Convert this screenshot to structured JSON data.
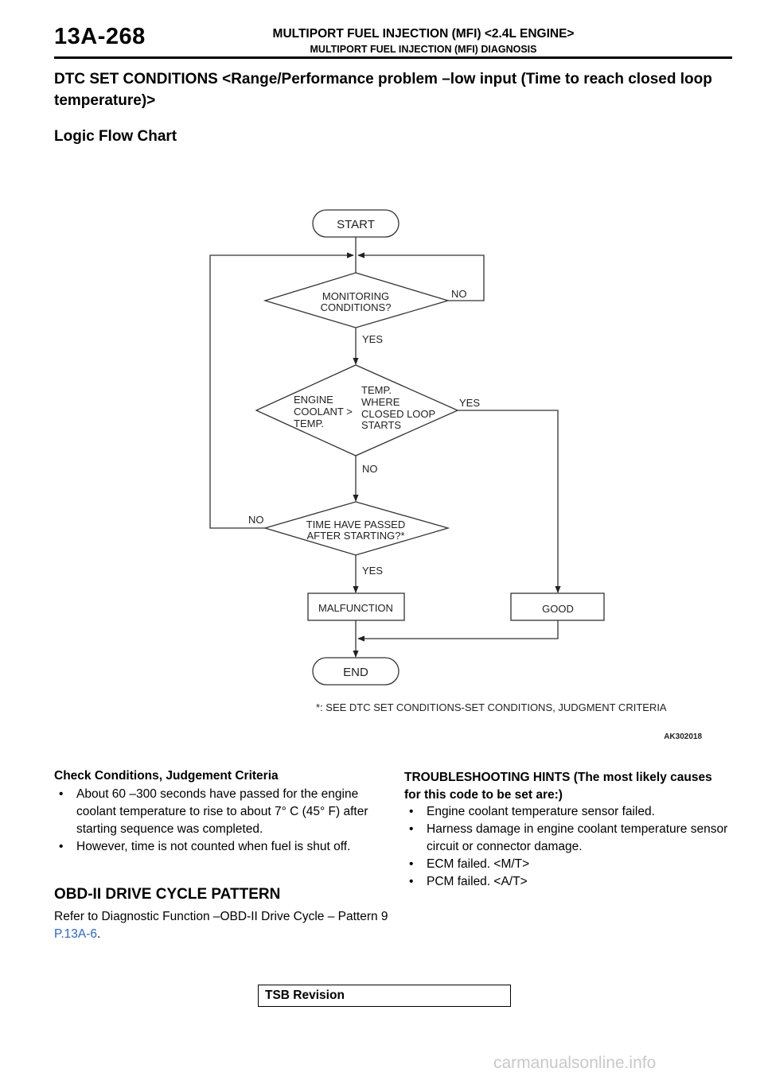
{
  "header": {
    "page_number": "13A-268",
    "title": "MULTIPORT FUEL INJECTION (MFI) <2.4L ENGINE>",
    "subtitle": "MULTIPORT FUEL INJECTION (MFI) DIAGNOSIS"
  },
  "section_title": "DTC SET CONDITIONS <Range/Performance problem –low input (Time to reach closed loop temperature)>",
  "chart_heading": "Logic Flow Chart",
  "flowchart": {
    "start": "START",
    "monitoring_l1": "MONITORING",
    "monitoring_l2": "CONDITIONS?",
    "no_1": "NO",
    "yes_1": "YES",
    "engine_l1": "ENGINE",
    "engine_l2": "COOLANT >",
    "engine_l3": "TEMP.",
    "where_l1": "TEMP.",
    "where_l2": "WHERE",
    "where_l3": "CLOSED LOOP",
    "where_l4": "STARTS",
    "yes_2": "YES",
    "no_2": "NO",
    "no_3": "NO",
    "time_l1": "TIME HAVE PASSED",
    "time_l2": "AFTER STARTING?*",
    "yes_3": "YES",
    "malfunction": "MALFUNCTION",
    "good": "GOOD",
    "end": "END",
    "footnote": "*: SEE DTC SET CONDITIONS-SET CONDITIONS, JUDGMENT CRITERIA",
    "figure_code": "AK302018"
  },
  "check_conditions": {
    "heading": "Check Conditions, Judgement Criteria",
    "items": [
      "About 60 –300 seconds have passed for the engine coolant temperature to rise to about 7° C (45° F) after starting sequence was completed.",
      "However, time is not counted when fuel is shut off."
    ]
  },
  "troubleshooting": {
    "heading": "TROUBLESHOOTING HINTS (The most likely causes for this code to be set are:)",
    "items": [
      "Engine coolant temperature sensor failed.",
      "Harness damage in engine coolant temperature sensor circuit or connector damage.",
      "ECM failed. <M/T>",
      "PCM failed. <A/T>"
    ]
  },
  "obd": {
    "heading": "OBD-II DRIVE CYCLE PATTERN",
    "text": "Refer to Diagnostic Function –OBD-II Drive Cycle – Pattern 9 ",
    "link": "P.13A-6",
    "tail": "."
  },
  "tsb_label": "TSB Revision",
  "watermark": "carmanualsonline.info",
  "colors": {
    "link": "#2b64c8",
    "watermark": "#c9c9c9"
  }
}
